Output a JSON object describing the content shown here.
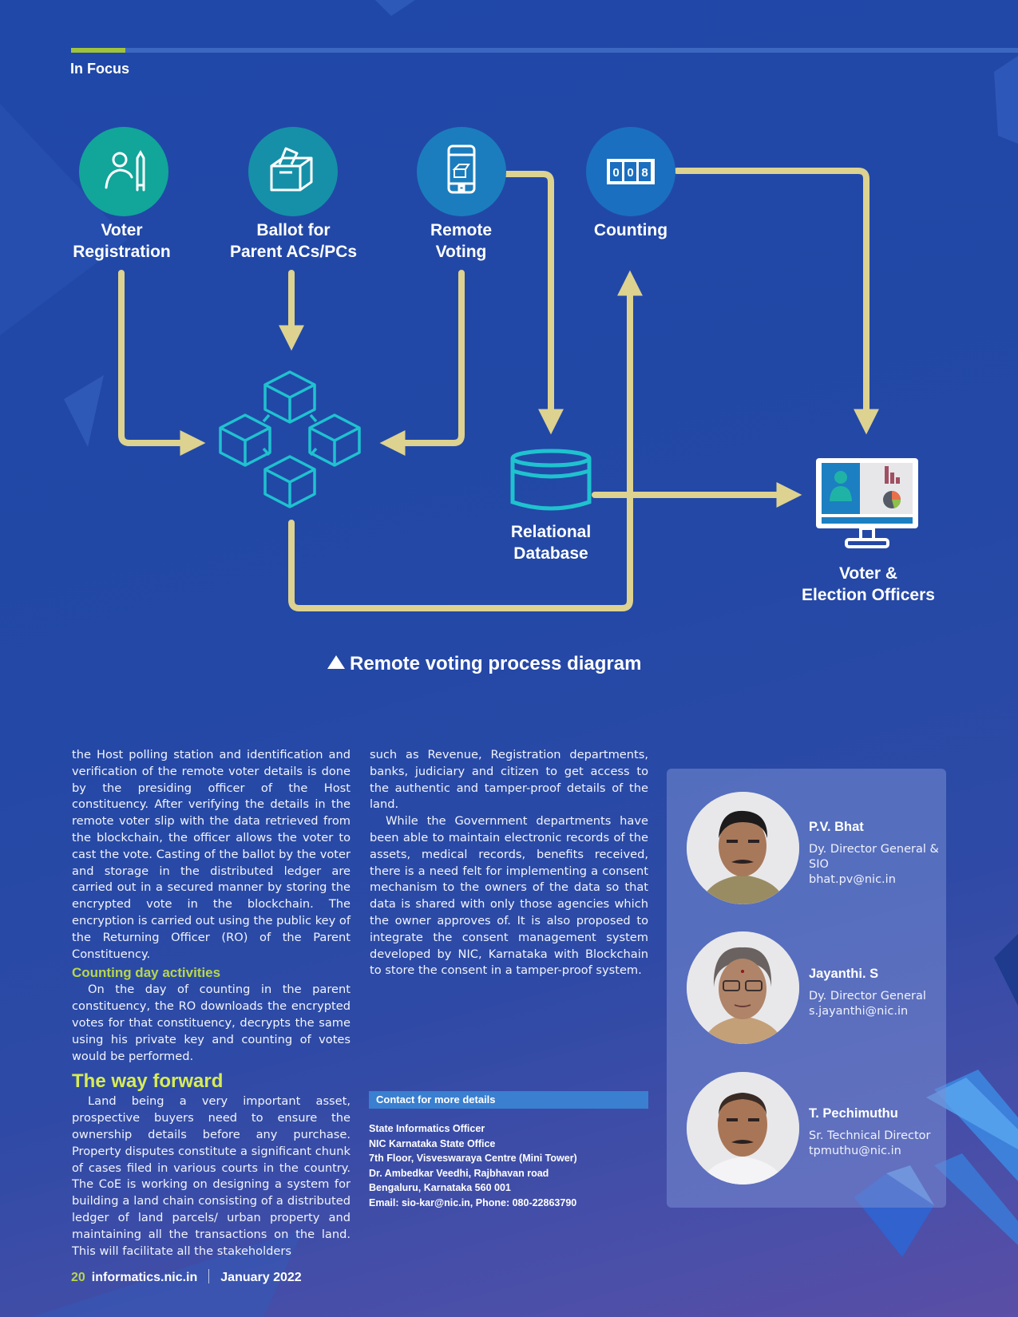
{
  "header": {
    "section": "In Focus"
  },
  "diagram": {
    "nodes": {
      "voter_registration": "Voter\nRegistration",
      "ballot": "Ballot for\nParent ACs/PCs",
      "remote_voting": "Remote\nVoting",
      "counting": "Counting",
      "relational_database": "Relational\nDatabase",
      "officers": "Voter &\nElection Officers"
    },
    "counter_digits": [
      "0",
      "0",
      "8"
    ],
    "caption": "Remote voting process diagram",
    "colors": {
      "arrow": "#ddd28f",
      "teal": "#12a59a",
      "blue_circle": "#1b6fc0",
      "cube": "#1fc2cf"
    }
  },
  "article": {
    "col1_p1": "the Host polling station and identification and verification of the remote voter details is done by the presiding officer of the Host constituency. After verifying the details in the remote voter slip with the data retrieved from the blockchain, the officer allows the voter to cast the vote.  Casting of the ballot by the voter and storage in the distributed ledger are carried out in a secured manner by storing the encrypted vote in the blockchain. The encryption is carried out using the public key of the Returning Officer (RO) of the Parent Constituency.",
    "subheading": "Counting day activities",
    "col1_p2": "On the day of counting in the parent constituency, the RO downloads the encrypted votes for that constituency, decrypts the same using his private key and counting of votes would be performed.",
    "heading": "The way forward",
    "col1_p3": "Land being a very important asset, prospective buyers need to ensure the ownership details before any purchase. Property disputes constitute a significant chunk of cases filed in various courts in the country. The CoE is working on designing a system for building a land chain  consisting of a distributed ledger of land parcels/ urban property and maintaining all the transactions on the land. This will facilitate all the stakeholders",
    "col2_p1": "such as Revenue, Registration departments, banks, judiciary and citizen to get access to the authentic and tamper-proof details of the land.",
    "col2_p2": "While the Government departments have been able to maintain electronic records of the assets, medical records, benefits received, there is a need felt for implementing a consent mechanism to the owners of the data so that data is shared with only those agencies which the owner approves of. It is also proposed to integrate the consent management system developed by NIC, Karnataka with Blockchain to store the consent in a tamper-proof system."
  },
  "contact": {
    "heading": "Contact for more details",
    "lines": [
      "State Informatics Officer",
      "NIC Karnataka State Office",
      "7th Floor, Visveswaraya Centre (Mini Tower)",
      "Dr. Ambedkar Veedhi, Rajbhavan road",
      "Bengaluru, Karnataka 560 001",
      "Email: sio-kar@nic.in, Phone: 080-22863790"
    ]
  },
  "people": [
    {
      "name": "P.V. Bhat",
      "title": "Dy. Director General & SIO",
      "email": "bhat.pv@nic.in"
    },
    {
      "name": "Jayanthi. S",
      "title": "Dy. Director General",
      "email": "s.jayanthi@nic.in"
    },
    {
      "name": "T. Pechimuthu",
      "title": "Sr. Technical Director",
      "email": "tpmuthu@nic.in"
    }
  ],
  "footer": {
    "page": "20",
    "site": "informatics.nic.in",
    "date": "January 2022"
  }
}
